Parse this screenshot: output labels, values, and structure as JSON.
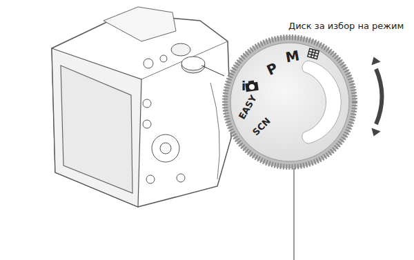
{
  "diagram": {
    "labels": [
      "Диск за избор на режим",
      "P",
      "M",
      "i",
      "EASY",
      "SCN"
    ]
  }
}
